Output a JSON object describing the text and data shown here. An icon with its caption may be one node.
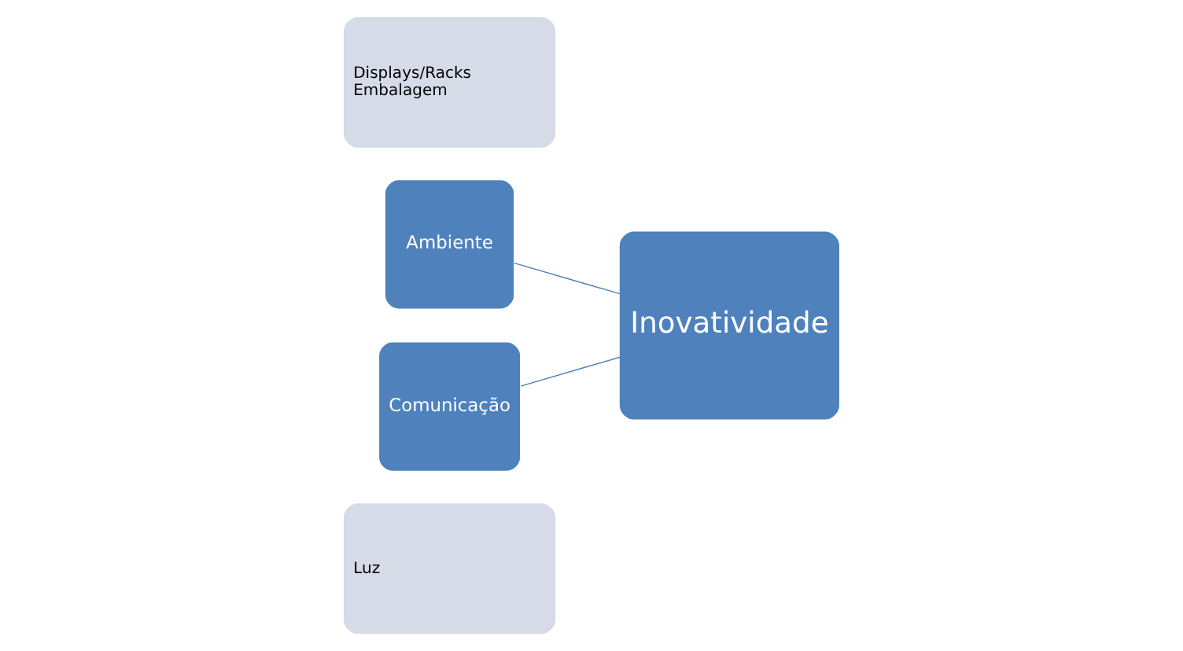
{
  "diagram": {
    "nodes": [
      {
        "text": [
          "Luz"
        ]
      },
      {
        "text": [
          "Ambiente"
        ]
      },
      {
        "text": [
          "Displays/Racks",
          "Embalagem"
        ]
      },
      {
        "text": [
          "Comunicação"
        ]
      },
      {
        "text": [
          "Inovatividade"
        ]
      }
    ],
    "edges": [
      {
        "from": 1,
        "to": 4,
        "arrow": "none"
      },
      {
        "from": 3,
        "to": 4,
        "arrow": "none"
      }
    ]
  }
}
